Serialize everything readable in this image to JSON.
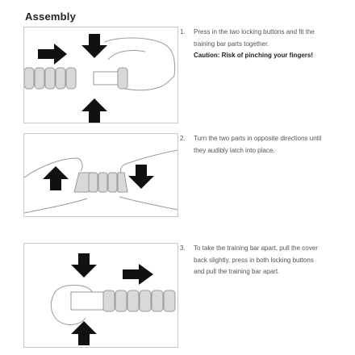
{
  "page": {
    "heading": "Assembly"
  },
  "steps": [
    {
      "number": "1.",
      "text": "Press in the two locking buttons and fit the training bar parts together.",
      "caution": "Caution: Risk of pinching your fingers!"
    },
    {
      "number": "2.",
      "text": "Turn the two parts in opposite directions until they audibly latch into place."
    },
    {
      "number": "3.",
      "text": "To take the training bar apart, pull the cover back slightly, press in both locking buttons and pull the training bar apart."
    }
  ],
  "colors": {
    "arrow": "#111111",
    "outline": "#9a9a9a",
    "bar_fill": "#d9d9d9",
    "border": "#c8c8c8"
  },
  "icons": [
    "arrow-right-icon",
    "arrow-down-icon",
    "arrow-up-icon"
  ]
}
